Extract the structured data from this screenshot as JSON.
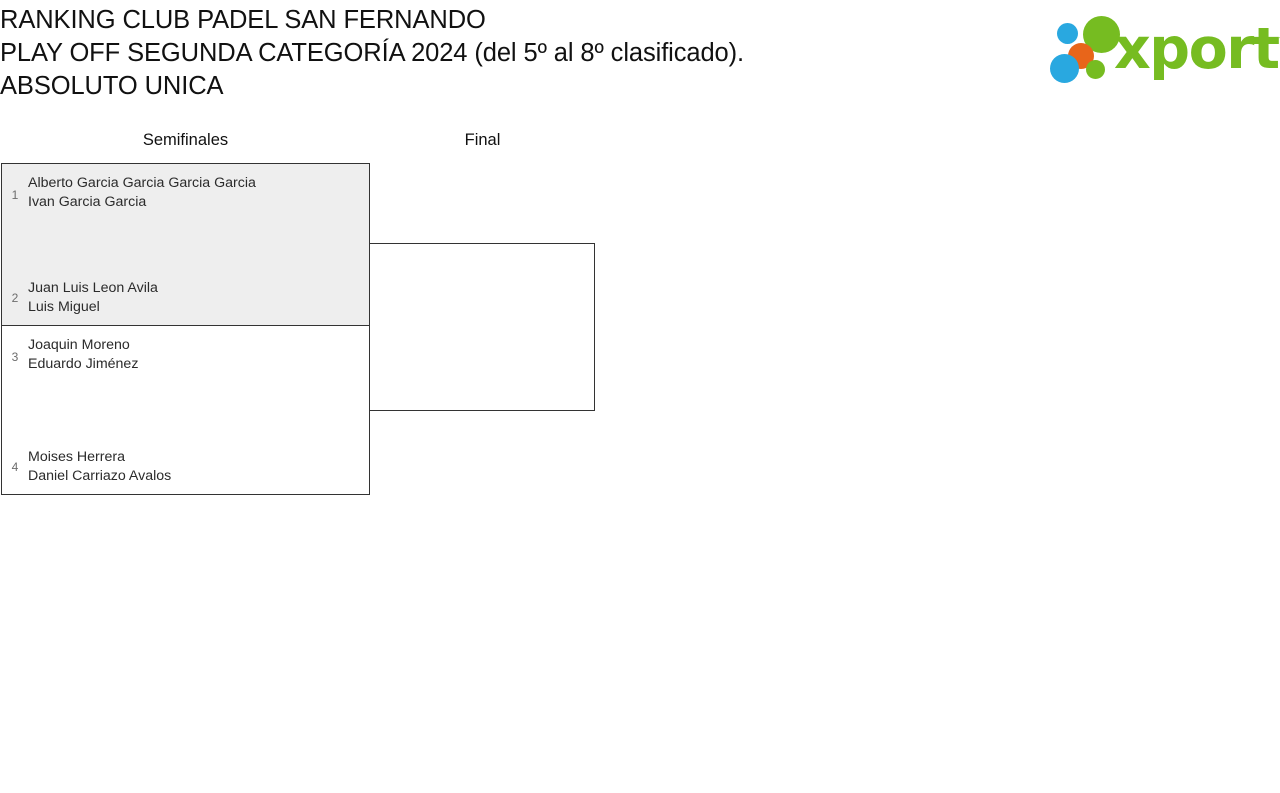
{
  "header": {
    "title_lines": [
      "RANKING CLUB PADEL SAN FERNANDO",
      "PLAY OFF SEGUNDA CATEGORÍA 2024 (del 5º al 8º clasificado).",
      "ABSOLUTO UNICA"
    ],
    "logo": {
      "wordmark": "xporty",
      "colors": {
        "green": "#76bc21",
        "blue": "#29a8e0",
        "orange": "#e8651a"
      },
      "dots": [
        {
          "name": "blue-small",
          "color": "#29a8e0"
        },
        {
          "name": "green-big",
          "color": "#76bc21"
        },
        {
          "name": "orange",
          "color": "#e8651a"
        },
        {
          "name": "blue-big",
          "color": "#29a8e0"
        },
        {
          "name": "green-small",
          "color": "#76bc21"
        }
      ]
    }
  },
  "bracket": {
    "rounds": [
      {
        "label": "Semifinales"
      },
      {
        "label": "Final"
      }
    ],
    "matches": [
      {
        "id": "sf-1",
        "round": "Semifinales",
        "highlight": true,
        "teams": [
          {
            "seed": "1",
            "players": [
              "Alberto Garcia Garcia Garcia Garcia",
              "Ivan Garcia Garcia"
            ]
          },
          {
            "seed": "2",
            "players": [
              "Juan Luis Leon Avila",
              "Luis Miguel"
            ]
          }
        ]
      },
      {
        "id": "sf-2",
        "round": "Semifinales",
        "highlight": false,
        "teams": [
          {
            "seed": "3",
            "players": [
              "Joaquin Moreno",
              "Eduardo Jiménez"
            ]
          },
          {
            "seed": "4",
            "players": [
              "Moises Herrera",
              "Daniel Carriazo Avalos"
            ]
          }
        ]
      },
      {
        "id": "final",
        "round": "Final",
        "highlight": false,
        "teams": [
          {
            "seed": "",
            "players": [
              "",
              ""
            ]
          },
          {
            "seed": "",
            "players": [
              "",
              ""
            ]
          }
        ]
      }
    ]
  }
}
